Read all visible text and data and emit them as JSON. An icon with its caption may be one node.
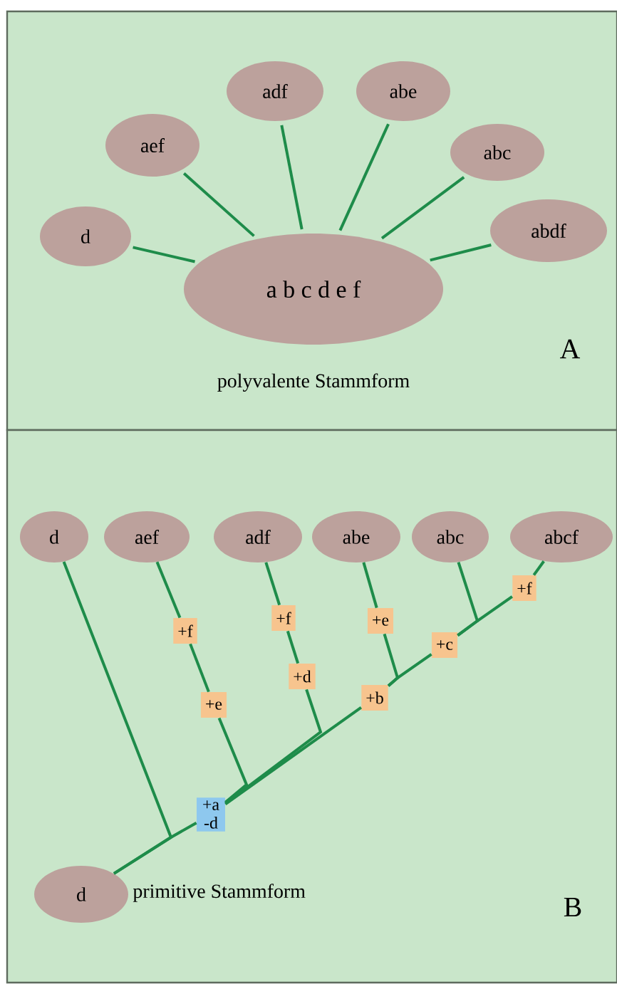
{
  "diagram": {
    "nodes": [
      {
        "text": [
          "A"
        ]
      },
      {
        "text": [
          "d"
        ],
        "in": 0
      },
      {
        "text": [
          "aef"
        ],
        "in": 0
      },
      {
        "text": [
          "adf"
        ],
        "in": 0
      },
      {
        "text": [
          "abe"
        ],
        "in": 0
      },
      {
        "text": [
          "abc"
        ],
        "in": 0
      },
      {
        "text": [
          "abdf"
        ],
        "in": 0
      },
      {
        "text": [
          "a b c d e f"
        ],
        "beside": [
          "polyvalente Stammform"
        ],
        "in": 0
      },
      {
        "text": [
          "B"
        ]
      },
      {
        "text": [
          "d"
        ],
        "in": 8
      },
      {
        "text": [
          "aef"
        ],
        "in": 8
      },
      {
        "text": [
          "adf"
        ],
        "in": 8
      },
      {
        "text": [
          "abe"
        ],
        "in": 8
      },
      {
        "text": [
          "abc"
        ],
        "in": 8
      },
      {
        "text": [
          "abcf"
        ],
        "in": 8
      },
      {
        "text": [
          "+f"
        ],
        "in": 8
      },
      {
        "text": [
          "+f"
        ],
        "in": 8
      },
      {
        "text": [
          "+e"
        ],
        "in": 8
      },
      {
        "text": [
          "+f"
        ],
        "in": 8
      },
      {
        "text": [
          "+e"
        ],
        "in": 8
      },
      {
        "text": [
          "+d"
        ],
        "in": 8
      },
      {
        "text": [
          "+c"
        ],
        "in": 8
      },
      {
        "text": [
          "+b"
        ],
        "in": 8
      },
      {
        "text": [
          "+a -d"
        ],
        "in": 8
      },
      {
        "text": [
          "d"
        ],
        "beside": [
          "primitive Stammform"
        ],
        "in": 8
      }
    ],
    "edges": [
      {
        "from": 7,
        "to": 1,
        "arrow": "none"
      },
      {
        "from": 7,
        "to": 2,
        "arrow": "none"
      },
      {
        "from": 7,
        "to": 3,
        "arrow": "none"
      },
      {
        "from": 7,
        "to": 4,
        "arrow": "none"
      },
      {
        "from": 7,
        "to": 5,
        "arrow": "none"
      },
      {
        "from": 7,
        "to": 6,
        "arrow": "none"
      },
      {
        "from": 24,
        "to": 9,
        "arrow": "none"
      },
      {
        "from": 24,
        "to": 23,
        "arrow": "none"
      },
      {
        "from": 23,
        "to": 19,
        "arrow": "none"
      },
      {
        "from": 19,
        "to": 15,
        "arrow": "none"
      },
      {
        "from": 15,
        "to": 10,
        "arrow": "none"
      },
      {
        "from": 23,
        "to": 20,
        "arrow": "none"
      },
      {
        "from": 20,
        "to": 16,
        "arrow": "none"
      },
      {
        "from": 16,
        "to": 11,
        "arrow": "none"
      },
      {
        "from": 23,
        "to": 22,
        "arrow": "none"
      },
      {
        "from": 22,
        "to": 17,
        "arrow": "none"
      },
      {
        "from": 17,
        "to": 12,
        "arrow": "none"
      },
      {
        "from": 22,
        "to": 21,
        "arrow": "none"
      },
      {
        "from": 21,
        "to": 13,
        "arrow": "none"
      },
      {
        "from": 21,
        "to": 18,
        "arrow": "none"
      },
      {
        "from": 18,
        "to": 14,
        "arrow": "none"
      }
    ]
  }
}
